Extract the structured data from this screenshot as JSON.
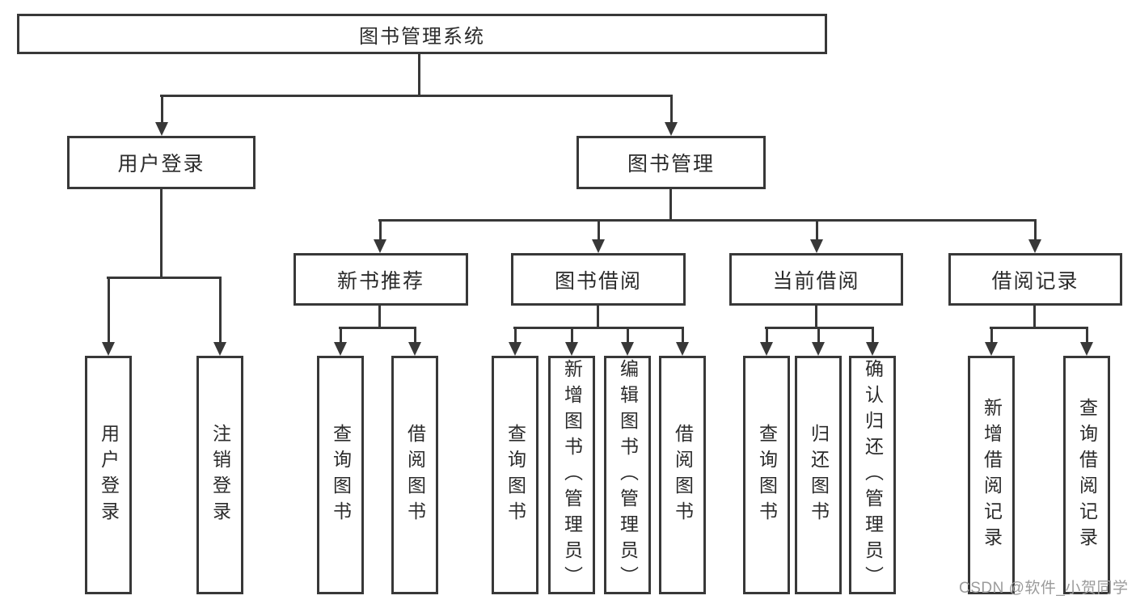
{
  "diagram": {
    "title_node": "图书管理系统",
    "nodes": {
      "root": "图书管理系统",
      "level2": [
        "用户登录",
        "图书管理"
      ],
      "level3": [
        "新书推荐",
        "图书借阅",
        "当前借阅",
        "借阅记录"
      ],
      "leaves": [
        "用户登录",
        "注销登录",
        "查询图书",
        "借阅图书",
        "查询图书",
        "新增图书（管理员）",
        "编辑图书（管理员）",
        "借阅图书",
        "查询图书",
        "归还图书",
        "确认归还（管理员）",
        "新增借阅记录",
        "查询借阅记录"
      ]
    }
  },
  "watermark": {
    "text": "CSDN @软件_小贺同学"
  },
  "colors": {
    "line": "#383838",
    "text": "#2b2b2b",
    "watermark": "#9b9b9b",
    "bg": "#ffffff"
  }
}
